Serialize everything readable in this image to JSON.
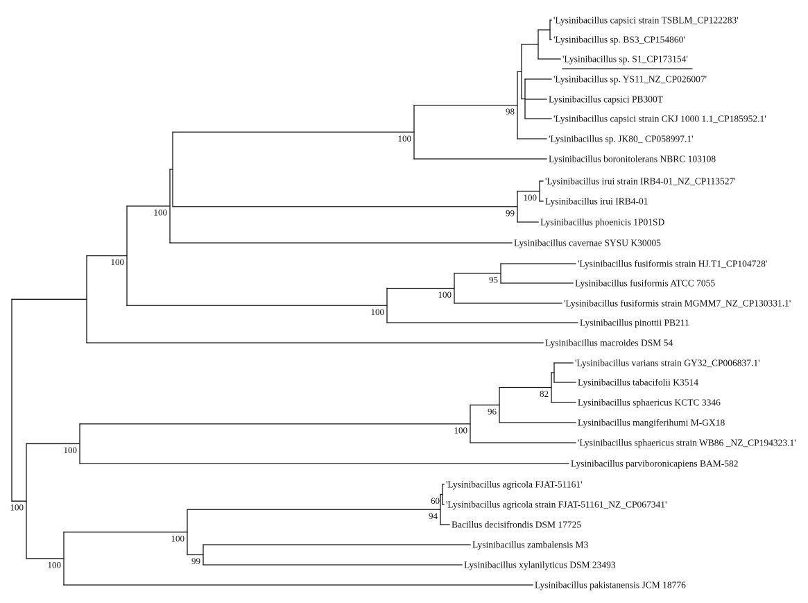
{
  "tree": {
    "leaves": [
      "'Lysinibacillus capsici strain TSBLM_CP122283'",
      "'Lysinibacillus sp. BS3_CP154860'",
      "'Lysinibacillus sp. S1_CP173154'",
      "'Lysinibacillus sp. YS11_NZ_CP026007'",
      "Lysinibacillus capsici PB300T",
      "'Lysinibacillus capsici strain CKJ 1000 1.1_CP185952.1'",
      "'Lysinibacillus sp. JK80_ CP058997.1'",
      "Lysinibacillus boronitolerans NBRC 103108",
      "'Lysinibacillus irui strain IRB4-01_NZ_CP113527'",
      "Lysinibacillus irui IRB4-01",
      "Lysinibacillus phoenicis 1P01SD",
      "Lysinibacillus cavernae SYSU K30005",
      "'Lysinibacillus fusiformis strain HJ.T1_CP104728'",
      "Lysinibacillus fusiformis ATCC 7055",
      "'Lysinibacillus fusiformis strain MGMM7_NZ_CP130331.1'",
      "Lysinibacillus pinottii PB211",
      "Lysinibacillus macroides DSM 54",
      "'Lysinibacillus varians strain GY32_CP006837.1'",
      "Lysinibacillus tabacifolii K3514",
      "Lysinibacillus sphaericus KCTC 3346",
      "Lysinibacillus mangiferihumi M-GX18",
      "'Lysinibacillus sphaericus strain WB86 _NZ_CP194323.1'",
      "Lysinibacillus parviboronicapiens BAM-582",
      "'Lysinibacillus agricola FJAT-51161'",
      "'Lysinibacillus agricola strain FJAT-51161_NZ_CP067341'",
      "Bacillus decisifrondis DSM 17725",
      "Lysinibacillus zambalensis M3",
      "Lysinibacillus xylanilyticus DSM 23493",
      "Lysinibacillus pakistanensis JCM 18776"
    ],
    "bootstrap": [
      98,
      100,
      100,
      100,
      99,
      100,
      95,
      100,
      100,
      82,
      96,
      100,
      100,
      60,
      100,
      94,
      100,
      99,
      100
    ]
  }
}
